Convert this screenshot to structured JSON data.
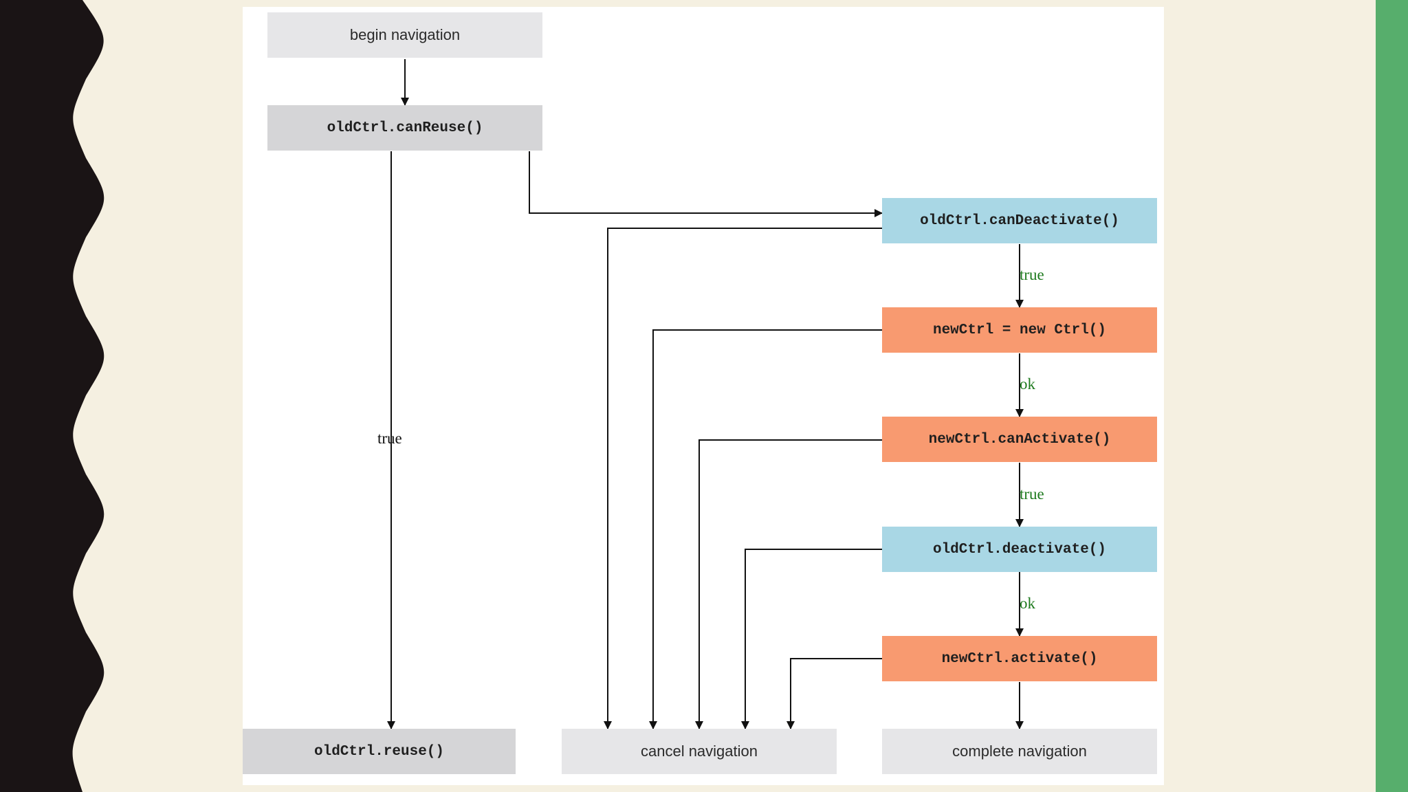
{
  "colors": {
    "page_background": "#f5f0e1",
    "left_decoration": "#1a1415",
    "right_bar": "#57ae6c",
    "node_blue": "#a9d7e5",
    "node_orange": "#f89a70",
    "node_gray": "#d5d5d7",
    "node_light": "#e6e6e8",
    "label_green": "#1e7a1e"
  },
  "nodes": {
    "begin_navigation": "begin navigation",
    "can_reuse": "oldCtrl.canReuse()",
    "can_deactivate": "oldCtrl.canDeactivate()",
    "new_ctrl": "newCtrl = new Ctrl()",
    "can_activate": "newCtrl.canActivate()",
    "deactivate": "oldCtrl.deactivate()",
    "activate": "newCtrl.activate()",
    "reuse": "oldCtrl.reuse()",
    "cancel_navigation": "cancel navigation",
    "complete_navigation": "complete navigation"
  },
  "edge_labels": {
    "reuse_true": "true",
    "deactivate_true": "true",
    "new_ok": "ok",
    "activate_true": "true",
    "deactivate_ok": "ok"
  }
}
